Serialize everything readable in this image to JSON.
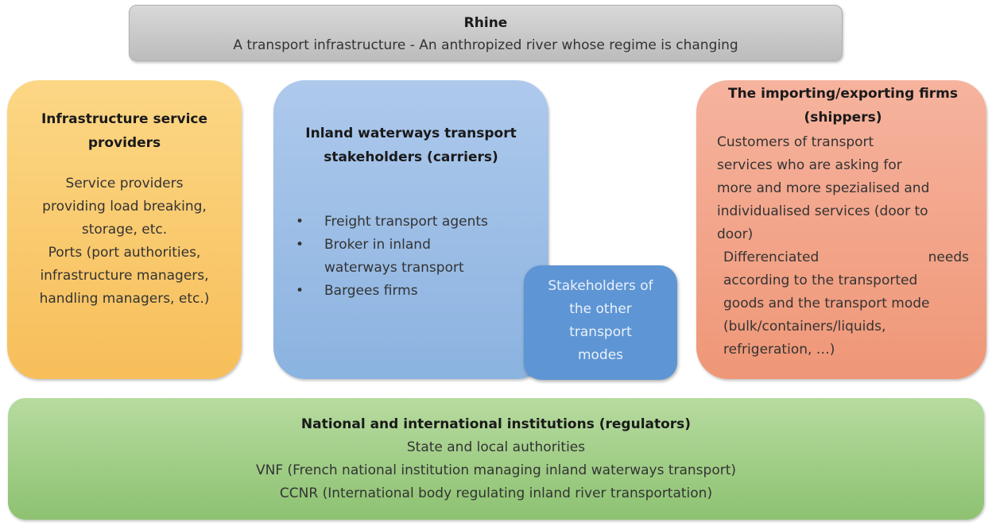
{
  "rhine": {
    "title": "Rhine",
    "subtitle": "A transport infrastructure - An anthropized river whose regime is changing"
  },
  "infrastructure": {
    "title_lines": [
      "Infrastructure service",
      "providers"
    ],
    "body_lines": [
      "Service providers",
      "providing load breaking,",
      "storage, etc.",
      "Ports (port authorities,",
      "infrastructure managers,",
      "handling managers, etc.)"
    ]
  },
  "inland": {
    "title_lines": [
      "Inland waterways transport",
      "stakeholders (carriers)"
    ],
    "bullets": [
      [
        "Freight transport agents"
      ],
      [
        "Broker in inland",
        "waterways transport"
      ],
      [
        "Bargees firms"
      ]
    ],
    "bullet_glyph": "•"
  },
  "other_modes": {
    "lines": [
      "Stakeholders of",
      "the other",
      "transport",
      "modes"
    ]
  },
  "firms": {
    "title_lines": [
      "The importing/exporting firms",
      "(shippers)"
    ],
    "para1_lines": [
      "Customers of transport",
      "services who are asking for",
      "more and more spezialised and",
      "individualised services (door to",
      "door)"
    ],
    "para2_first_words": [
      "Differenciated",
      "needs"
    ],
    "para2_lines": [
      "according to the transported",
      "goods and the transport mode",
      "(bulk/containers/liquids,",
      "refrigeration, …)"
    ]
  },
  "regulators": {
    "title": "National and international institutions (regulators)",
    "lines": [
      "State and local authorities",
      "VNF (French national institution managing inland waterways transport)",
      "CCNR (International body regulating inland river transportation)"
    ]
  },
  "colors": {
    "rhine": "#c8c8c8",
    "infrastructure": "#f9c96b",
    "inland": "#9dbee6",
    "other_modes": "#5e95d4",
    "firms": "#f2a586",
    "regulators": "#a4cf8a"
  }
}
